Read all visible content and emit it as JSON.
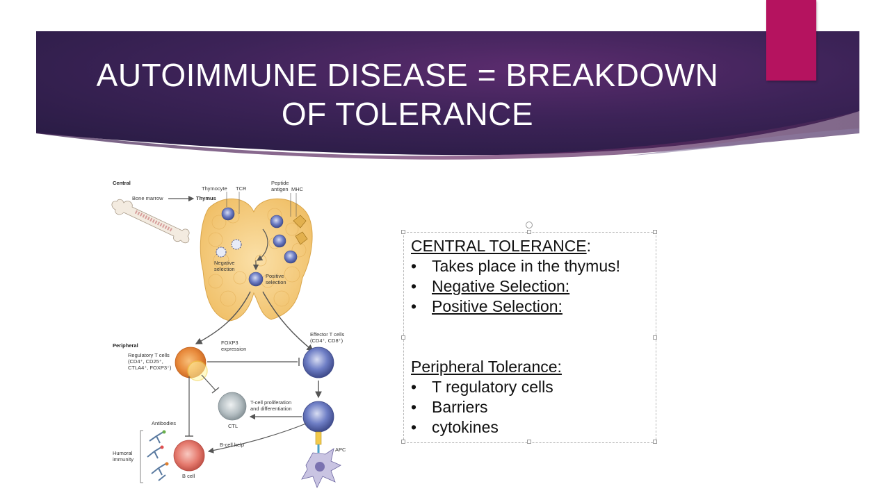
{
  "slide": {
    "title_line1": "AUTOIMMUNE DISEASE = BREAKDOWN",
    "title_line2": "OF TOLERANCE",
    "colors": {
      "banner_dark": "#2c1d4a",
      "banner_mid": "#5a2864",
      "accent": "#b5135f"
    }
  },
  "diagram": {
    "central": "Central",
    "bone_marrow": "Bone marrow",
    "thymus": "Thymus",
    "thymocyte": "Thymocyte",
    "tcr": "TCR",
    "peptide": "Peptide",
    "antigen": "antigen",
    "mhc": "MHC",
    "negative": "Negative",
    "selection": "selection",
    "positive": "Positive",
    "peripheral": "Peripheral",
    "foxp3": "FOXP3",
    "expression": "expression",
    "effector_line1": "Effector T cells",
    "effector_line2": "(CD4⁺, CD8⁺)",
    "treg_line1": "Regulatory T cells",
    "treg_line2": "(CD4⁺, CD25⁺,",
    "treg_line3": "CTLA4⁺, FOXP3⁺)",
    "prolif_line1": "T-cell proliferation",
    "prolif_line2": "and differentiation",
    "ctl": "CTL",
    "antibodies": "Antibodies",
    "humoral1": "Humoral",
    "humoral2": "immunity",
    "bcell_help": "B-cell help",
    "bcell": "B cell",
    "apc": "APC"
  },
  "textbox": {
    "central_heading": "CENTRAL TOLERANCE",
    "central_colon": ":",
    "bullets_central": [
      "Takes place in the thymus!",
      "Negative Selection:",
      "Positive Selection:"
    ],
    "peripheral_heading": "Peripheral Tolerance:",
    "bullets_peripheral": [
      "T regulatory cells",
      "Barriers",
      "cytokines"
    ],
    "bullet_char": "•"
  }
}
